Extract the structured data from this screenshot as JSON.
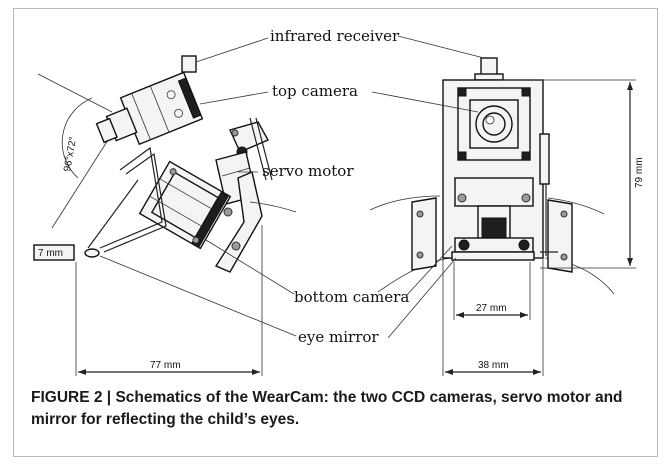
{
  "labels": {
    "infrared_receiver": "infrared receiver",
    "top_camera": "top camera",
    "servo_motor": "servo motor",
    "bottom_camera": "bottom camera",
    "eye_mirror": "eye mirror"
  },
  "dimensions": {
    "fov": "96°x72°",
    "mirror_arm": "7 mm",
    "side_width": "77 mm",
    "front_height": "79 mm",
    "inner_width": "27 mm",
    "front_width": "38 mm"
  },
  "caption": {
    "prefix": "FIGURE 2 |",
    "text": "Schematics of the WearCam: the two CCD cameras, servo motor and mirror for reflecting the child’s eyes."
  }
}
